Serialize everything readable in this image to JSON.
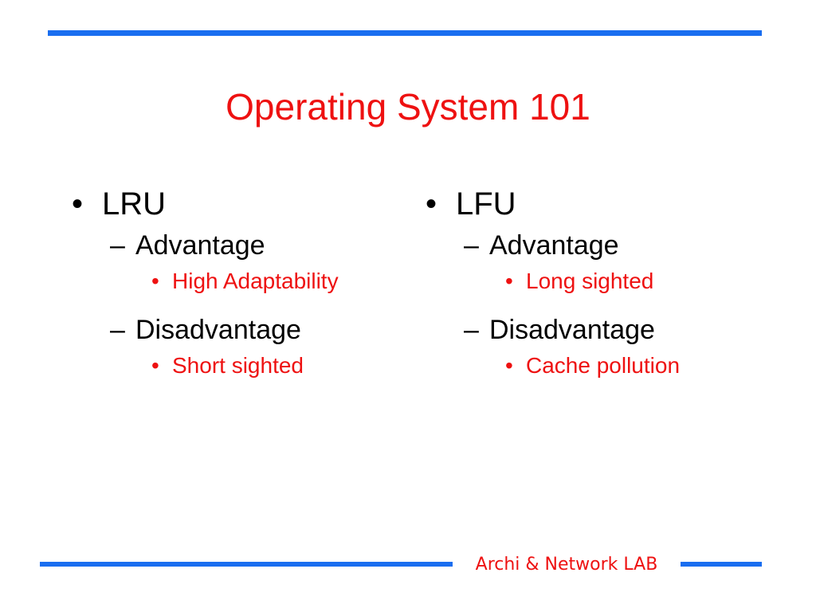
{
  "title": "Operating System 101",
  "symbols": {
    "bullet": "•",
    "dash": "–"
  },
  "left": {
    "heading": "LRU",
    "advantage_label": "Advantage",
    "advantage_item": "High Adaptability",
    "disadvantage_label": "Disadvantage",
    "disadvantage_item": "Short sighted"
  },
  "right": {
    "heading": "LFU",
    "advantage_label": "Advantage",
    "advantage_item": "Long sighted",
    "disadvantage_label": "Disadvantage",
    "disadvantage_item": "Cache pollution"
  },
  "footer": {
    "text": "Archi & Network LAB"
  },
  "colors": {
    "accent_rule": "#1a6ef0",
    "title": "#ee1111",
    "body_text": "#000000",
    "sub_items": "#ee1111"
  }
}
